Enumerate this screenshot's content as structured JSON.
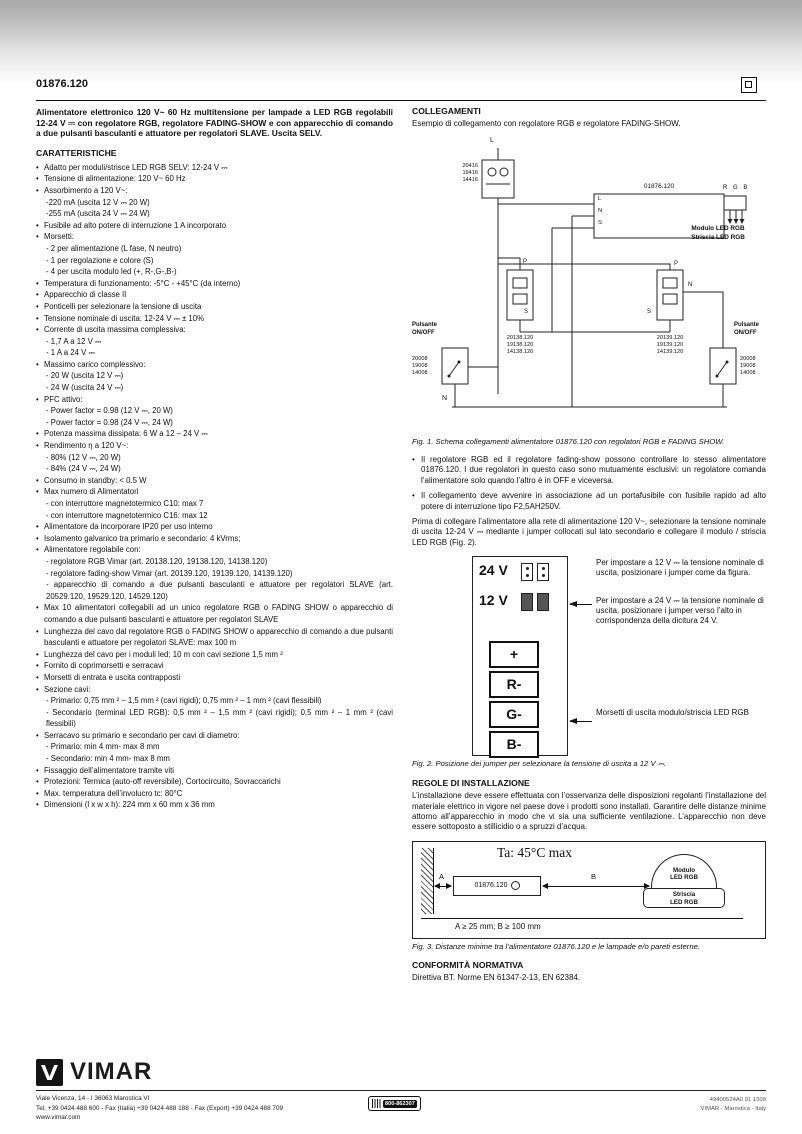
{
  "page": {
    "code": "01876.120",
    "footer_doc": "49400524A0  01  1309",
    "footer_made": "VIMAR - Marostica - Italy"
  },
  "intro": "Alimentatore elettronico 120 V~ 60 Hz multitensione per lampade a LED RGB regolabili 12-24 V ⎓ con regolatore RGB, regolatore FADING-SHOW e con apparecchio di comando a due pulsanti basculanti e attuatore per regolatori SLAVE. Uscita SELV.",
  "caratteristiche": {
    "title": "CARATTERISTICHE",
    "items": [
      {
        "k": "b",
        "t": "Adatto per moduli/strisce LED RGB SELV: 12-24 V ⎓"
      },
      {
        "k": "b",
        "t": "Tensione di alimentazione: 120 V~ 60 Hz"
      },
      {
        "k": "b",
        "t": "Assorbimento a 120 V~:"
      },
      {
        "k": "s",
        "t": "-220 mA (uscita 12 V ⎓ 20 W)"
      },
      {
        "k": "s",
        "t": "-255 mA (uscita 24 V ⎓ 24 W)"
      },
      {
        "k": "b",
        "t": "Fusibile ad alto potere di interruzione 1 A incorporato"
      },
      {
        "k": "b",
        "t": "Morsetti:"
      },
      {
        "k": "s",
        "t": "- 2 per alimentazione (L fase, N neutro)"
      },
      {
        "k": "s",
        "t": "- 1 per regolazione e colore (S)"
      },
      {
        "k": "s",
        "t": "- 4 per uscita modulo led (+, R-,G-,B-)"
      },
      {
        "k": "b",
        "t": "Temperatura di funzionamento: -5°C - +45°C (da interno)"
      },
      {
        "k": "b",
        "t": "Apparecchio di classe II"
      },
      {
        "k": "b",
        "t": "Ponticelli per selezionare la tensione di uscita"
      },
      {
        "k": "b",
        "t": "Tensione nominale di uscita: 12-24 V ⎓  ± 10%"
      },
      {
        "k": "b",
        "t": "Corrente di uscita massima complessiva:"
      },
      {
        "k": "s",
        "t": "- 1,7 A a 12 V ⎓"
      },
      {
        "k": "s",
        "t": "- 1 A a 24 V ⎓"
      },
      {
        "k": "b",
        "t": "Massimo carico complessivo:"
      },
      {
        "k": "s",
        "t": "- 20 W (uscita 12 V ⎓)"
      },
      {
        "k": "s",
        "t": "- 24 W (uscita 24 V ⎓)"
      },
      {
        "k": "b",
        "t": "PFC attivo:"
      },
      {
        "k": "s",
        "t": "- Power factor = 0.98 (12 V ⎓, 20 W)"
      },
      {
        "k": "s",
        "t": "- Power factor = 0.98 (24 V ⎓, 24 W)"
      },
      {
        "k": "b",
        "t": "Potenza massima dissipata: 6 W a 12 – 24 V ⎓"
      },
      {
        "k": "b",
        "t": "Rendimento η a 120 V~:"
      },
      {
        "k": "s",
        "t": "- 80% (12 V ⎓, 20 W)"
      },
      {
        "k": "s",
        "t": "- 84% (24 V ⎓, 24 W)"
      },
      {
        "k": "b",
        "t": "Consumo in standby: < 0.5 W"
      },
      {
        "k": "b",
        "t": "Max numero di Alimentatori"
      },
      {
        "k": "s",
        "t": "- con interruttore magnetotermico C10: max 7"
      },
      {
        "k": "s",
        "t": "- con interruttore magnetotermico C16: max 12"
      },
      {
        "k": "b",
        "t": "Alimentatore da incorporare IP20 per uso interno"
      },
      {
        "k": "b",
        "t": "Isolamento galvanico tra primario e secondario: 4 kVrms;"
      },
      {
        "k": "b",
        "t": "Alimentatore regolabile con:"
      },
      {
        "k": "s",
        "t": "- regolatore RGB Vimar (art. 20138.120, 19138.120, 14138.120)"
      },
      {
        "k": "s",
        "t": "- regolatore fading-show Vimar (art. 20139.120, 19139.120, 14139.120)"
      },
      {
        "k": "s",
        "t": "- apparecchio di comando a due pulsanti basculanti e attuatore per regolatori SLAVE (art. 20529.120, 19529.120, 14529.120)"
      },
      {
        "k": "b",
        "t": "Max 10 alimentatori collegabili ad un unico regolatore RGB o FADING SHOW o apparecchio di comando a due pulsanti basculanti e attuatore per regolatori SLAVE"
      },
      {
        "k": "b",
        "t": "Lunghezza del cavo dal regolatore RGB o FADING SHOW o apparecchio di comando a due pulsanti basculanti e attuatore per regolatori SLAVE: max 100 m"
      },
      {
        "k": "b",
        "t": "Lunghezza del cavo per i moduli led: 10 m con cavi sezione 1,5 mm ²"
      },
      {
        "k": "b",
        "t": "Fornito di coprimorsetti e serracavi"
      },
      {
        "k": "b",
        "t": "Morsetti di entrata e uscita contrapposti"
      },
      {
        "k": "b",
        "t": "Sezione cavi:"
      },
      {
        "k": "s",
        "t": "- Primario: 0,75 mm ² – 1,5 mm ² (cavi rigidi); 0,75 mm ² – 1 mm ² (cavi flessibili)"
      },
      {
        "k": "s",
        "t": "- Secondario (terminal LED RGB): 0,5 mm ² – 1,5 mm ² (cavi rigidi); 0,5 mm ² – 1 mm ² (cavi flessibili)"
      },
      {
        "k": "b",
        "t": "Serracavo su primario e secondario per cavi di diametro:"
      },
      {
        "k": "s",
        "t": "- Primario: min 4 mm- max 8 mm"
      },
      {
        "k": "s",
        "t": "- Secondario: min 4 mm- max 8 mm"
      },
      {
        "k": "b",
        "t": "Fissaggio dell’alimentatore tramite viti"
      },
      {
        "k": "b",
        "t": "Protezioni: Termica (auto-off reversibile), Cortocircuito, Sovraccarichi"
      },
      {
        "k": "b",
        "t": "Max. temperatura dell’involucro tc: 80°C"
      },
      {
        "k": "b",
        "t": "Dimensioni (l x w x h): 224 mm x 60 mm x 36 mm"
      }
    ]
  },
  "collegamenti": {
    "title": "COLLEGAMENTI",
    "subtitle": "Esempio di collegamento con regolatore RGB e regolatore FADING-SHOW.",
    "fig1": {
      "caption": "Fig. 1. Schema collegamenti alimentatore 01876.120 con regolatori RGB e FADING SHOW.",
      "labels": {
        "l": "L",
        "n": "N",
        "s": "S",
        "p": "P",
        "psu": "01876.120",
        "rgb": "R G B",
        "module1": "Modulo LED RGB",
        "module2": "Striscia LED RGB",
        "pulsante": "Pulsante",
        "onoff": "ON/OFF"
      },
      "fuse_arts": [
        "20416",
        "19416",
        "14416"
      ],
      "reg_left_arts": [
        "20138.120",
        "19138.120",
        "14138.120"
      ],
      "reg_right_arts": [
        "20139.120",
        "19139.120",
        "14139.120"
      ],
      "switch_arts": [
        "20008",
        "19008",
        "14008"
      ]
    },
    "notes": [
      "Il regolatore RGB ed il regolatore fading-show possono controllare lo stesso alimentatore 01876.120.  I due regolatori  in questo caso sono mutuamente esclusivi: un regolatore comanda l’alimentatore  solo quando l’altro è in OFF e viceversa.",
      "Il collegamento deve avvenire in associazione ad un portafusibile con fusibile rapido ad alto potere di interruzione tipo F2,5AH250V."
    ],
    "pre_fig2": "Prima di collegare l’alimentatore alla rete di alimentazione 120 V~, selezionare la tensione nominale di uscita 12-24 V ⎓ mediante i jumper collocati sul lato secondario e collegare il modulo / striscia LED RGB (Fig. 2)."
  },
  "fig2": {
    "v24": "24 V",
    "v12": "12 V",
    "terminals": [
      "+",
      "R-",
      "G-",
      "B-"
    ],
    "ann1": "Per impostare a 12 V ⎓ la tensione nominale di uscita, posizionare i jumper come da figura.",
    "ann2": "Per impostare a 24 V ⎓ la tensione nominale di uscita, posizionare i jumper verso l’alto in corrispondenza della dicitura 24 V.",
    "ann3": "Morsetti di uscita modulo/striscia LED RGB",
    "caption": "Fig. 2. Posizione dei jumper per selezionare la tensione di uscita a 12 V ⎓."
  },
  "regole": {
    "title": "REGOLE DI INSTALLAZIONE",
    "text": "L’installazione deve essere effettuata con l’osservanza delle disposizioni regolanti l’installazione del materiale elettrico in vigore nel paese dove i prodotti sono installati. Garantire delle distanze minime attorno all’apparecchio in modo che vi sia una sufficiente ventilazione. L’apparecchio non deve essere sottoposto a stillicidio o a spruzzi d’acqua."
  },
  "fig3": {
    "ta": "Ta: 45°C max",
    "psu": "01876.120",
    "a": "A",
    "b": "B",
    "module1": "Modulo",
    "module2": "LED RGB",
    "striscia1": "Striscia",
    "striscia2": "LED RGB",
    "dims": "A ≥ 25 mm; B ≥ 100 mm",
    "caption": "Fig. 3. Distanze minime tra l’alimentatore 01876.120 e le lampade e/o pareti esterne."
  },
  "conformita": {
    "title": "CONFORMITÀ NORMATIVA",
    "text": "Direttiva BT. Norme EN 61347-2-13, EN 62384."
  },
  "footer": {
    "brand": "VIMAR",
    "address": "Viale Vicenza, 14 - I 36063 Marostica VI",
    "phones": "Tel. +39 0424 488 600 - Fax (Italia) +39 0424 488 188 - Fax (Export) +39 0424 488 709",
    "web": "www.vimar.com",
    "green_number": "800-862307"
  }
}
